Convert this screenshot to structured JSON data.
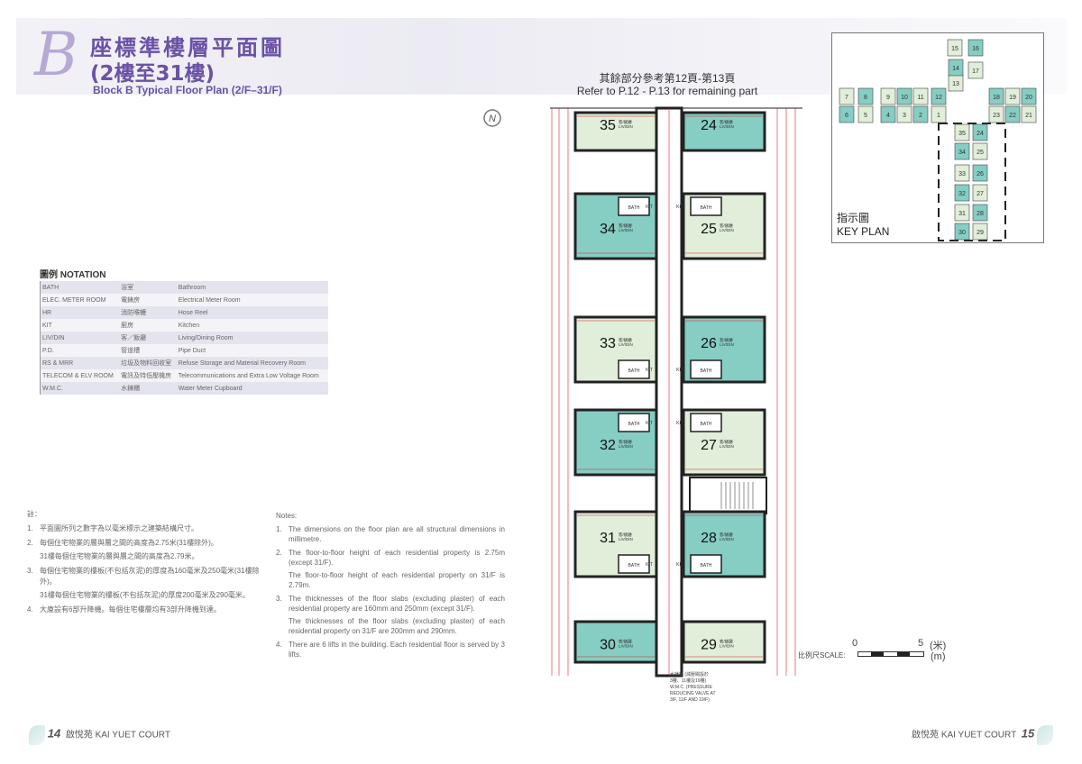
{
  "header": {
    "block_letter": "B",
    "title_zh": "座標準樓層平面圖",
    "subtitle_zh": "(2樓至31樓)",
    "title_en": "Block B Typical Floor Plan (2/F–31/F)"
  },
  "notation": {
    "heading": "圖例 NOTATION",
    "rows": [
      {
        "abbr": "BATH",
        "zh": "浴室",
        "en": "Bathroom"
      },
      {
        "abbr": "ELEC. METER ROOM",
        "zh": "電錶房",
        "en": "Electrical Meter Room"
      },
      {
        "abbr": "HR",
        "zh": "消防喉轆",
        "en": "Hose Reel"
      },
      {
        "abbr": "KIT",
        "zh": "廚房",
        "en": "Kitchen"
      },
      {
        "abbr": "LIV/DIN",
        "zh": "客／飯廳",
        "en": "Living/Dining Room"
      },
      {
        "abbr": "P.D.",
        "zh": "管道槽",
        "en": "Pipe Duct"
      },
      {
        "abbr": "RS & MRR",
        "zh": "垃圾及物料回收室",
        "en": "Refuse Storage and Material Recovery Room"
      },
      {
        "abbr": "TELECOM & ELV ROOM",
        "zh": "電訊及特低壓機房",
        "en": "Telecommunications and Extra Low Voltage Room"
      },
      {
        "abbr": "W.M.C.",
        "zh": "水錶櫃",
        "en": "Water Meter Cupboard"
      }
    ]
  },
  "notes_zh": {
    "heading": "註：",
    "items": [
      {
        "n": "1.",
        "text": "平面圖所列之數字為以毫米標示之建築結構尺寸。"
      },
      {
        "n": "2.",
        "text": "每個住宅物業的層與層之間的高度為2.75米(31樓除外)。",
        "text2": "31樓每個住宅物業的層與層之間的高度為2.79米。"
      },
      {
        "n": "3.",
        "text": "每個住宅物業的樓板(不包括灰泥)的厚度為160毫米及250毫米(31樓除外)。",
        "text2": "31樓每個住宅物業的樓板(不包括灰泥)的厚度200毫米及290毫米。"
      },
      {
        "n": "4.",
        "text": "大廈設有6部升降機。每個住宅樓層均有3部升降機到達。"
      }
    ]
  },
  "notes_en": {
    "heading": "Notes:",
    "items": [
      {
        "n": "1.",
        "text": "The dimensions on the floor plan are all structural dimensions in millimetre."
      },
      {
        "n": "2.",
        "text": "The floor-to-floor height of each residential property is 2.75m (except 31/F).",
        "text2": "The floor-to-floor height of each residential property on 31/F is 2.79m."
      },
      {
        "n": "3.",
        "text": "The thicknesses of the floor slabs (excluding plaster) of each residential property are 160mm and 250mm (except 31/F).",
        "text2": "The thicknesses of the floor slabs (excluding plaster) of each residential property on 31/F are 200mm and 290mm."
      },
      {
        "n": "4.",
        "text": "There are 6 lifts in the building. Each residential floor is served by 3 lifts."
      }
    ]
  },
  "plan": {
    "refer_zh": "其餘部分參考第12頁-第13頁",
    "refer_en": "Refer to P.12 - P.13 for remaining part",
    "room_label_zh": "客/飯廳",
    "room_label_en": "LIV/DIN",
    "bath_label": "BATH",
    "kit_label": "KIT",
    "colors": {
      "teal": "#86cdc3",
      "light": "#e1eed9",
      "dimension": "#e0202a",
      "wall": "#222222"
    },
    "left_units": [
      {
        "no": "35",
        "color": "light"
      },
      {
        "no": "34",
        "color": "teal"
      },
      {
        "no": "33",
        "color": "light"
      },
      {
        "no": "32",
        "color": "teal"
      },
      {
        "no": "31",
        "color": "light"
      },
      {
        "no": "30",
        "color": "teal"
      }
    ],
    "right_units": [
      {
        "no": "24",
        "color": "teal"
      },
      {
        "no": "25",
        "color": "light"
      },
      {
        "no": "26",
        "color": "teal"
      },
      {
        "no": "27",
        "color": "light"
      },
      {
        "no": "28",
        "color": "teal"
      },
      {
        "no": "29",
        "color": "light"
      }
    ],
    "wmc_note": [
      "水錶櫃 (減壓閥設於",
      "3樓、11樓及19樓)",
      "W.M.C. (PRESSURE",
      "REDUCING VALVE AT",
      "3/F, 11/F AND 19/F)"
    ]
  },
  "key_plan": {
    "label_zh": "指示圖",
    "label_en": "KEY PLAN",
    "teal": [
      "2",
      "4",
      "6",
      "8",
      "10",
      "12",
      "14",
      "16",
      "18",
      "20",
      "22",
      "24",
      "26",
      "28",
      "30",
      "32",
      "34"
    ],
    "units": [
      "1",
      "2",
      "3",
      "4",
      "5",
      "6",
      "7",
      "8",
      "9",
      "10",
      "11",
      "12",
      "13",
      "14",
      "15",
      "16",
      "17",
      "18",
      "19",
      "20",
      "21",
      "22",
      "23",
      "24",
      "25",
      "26",
      "27",
      "28",
      "29",
      "30",
      "31",
      "32",
      "33",
      "34",
      "35"
    ]
  },
  "scale": {
    "label": "比例尺SCALE:",
    "zero": "0",
    "five": "5",
    "unit_zh": "(米)",
    "unit_en": "(m)"
  },
  "footer": {
    "left_page": "14",
    "right_page": "15",
    "estate": "啟悅苑  KAI YUET COURT"
  }
}
